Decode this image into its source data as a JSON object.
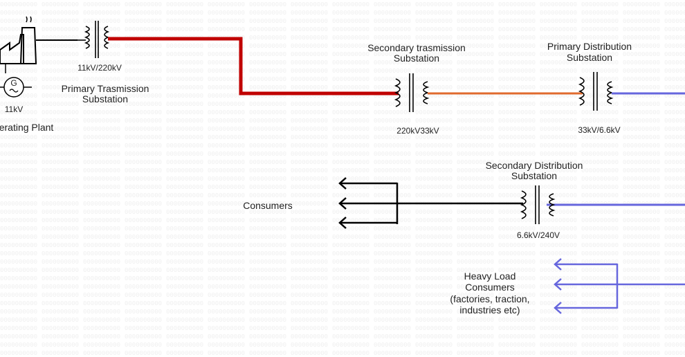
{
  "colors": {
    "background": "#ffffff",
    "grid_text": "#ececec",
    "black": "#000000",
    "hv_transmission": "#c00000",
    "sub_transmission": "#e06a2e",
    "distribution": "#6666dd"
  },
  "plant": {
    "generator_symbol": "G",
    "generator_voltage": "11kV",
    "label": "erating Plant"
  },
  "primary_transmission": {
    "ratio": "11kV/220kV",
    "label_line1": "Primary Trasmission",
    "label_line2": "Substation"
  },
  "secondary_transmission": {
    "label_line1": "Secondary  trasmission",
    "label_line2": "Substation",
    "ratio": "220kV33kV"
  },
  "primary_distribution": {
    "label_line1": "Primary Distribution",
    "label_line2": "Substation",
    "ratio": "33kV/6.6kV"
  },
  "secondary_distribution": {
    "label_line1": "Secondary Distribution",
    "label_line2": "Substation",
    "ratio": "6.6kV/240V"
  },
  "consumers": {
    "label": "Consumers"
  },
  "heavy_load": {
    "line1": "Heavy Load",
    "line2": "Consumers",
    "line3": "(factories, traction,",
    "line4": "industries etc)"
  },
  "icons": [
    "factory-icon",
    "generator-icon",
    "transformer-icon",
    "arrow-left-icon"
  ]
}
